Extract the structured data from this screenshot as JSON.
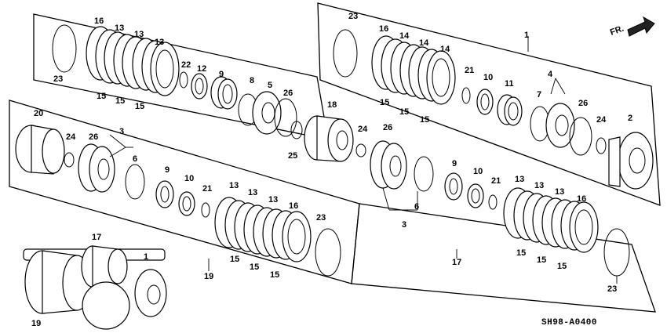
{
  "diagram": {
    "code": "SH98-A0400",
    "direction_label": "FR.",
    "part_labels": {
      "top_left": [
        "16",
        "13",
        "13",
        "13",
        "15",
        "15",
        "15",
        "22",
        "12",
        "9",
        "8",
        "5",
        "26",
        "25",
        "23"
      ],
      "top_right": [
        "23",
        "16",
        "14",
        "14",
        "14",
        "15",
        "15",
        "15",
        "21",
        "10",
        "11",
        "4",
        "7",
        "26",
        "24",
        "2",
        "1"
      ],
      "middle": [
        "18",
        "24",
        "26",
        "9",
        "10",
        "21",
        "3",
        "6"
      ],
      "bottom_left": [
        "20",
        "24",
        "26",
        "3",
        "6",
        "9",
        "10",
        "21",
        "13",
        "13",
        "13",
        "16",
        "15",
        "15",
        "15",
        "23",
        "19"
      ],
      "bottom_right": [
        "13",
        "13",
        "13",
        "16",
        "15",
        "15",
        "15",
        "23",
        "17"
      ],
      "assembly": [
        "17",
        "1",
        "19"
      ]
    }
  }
}
